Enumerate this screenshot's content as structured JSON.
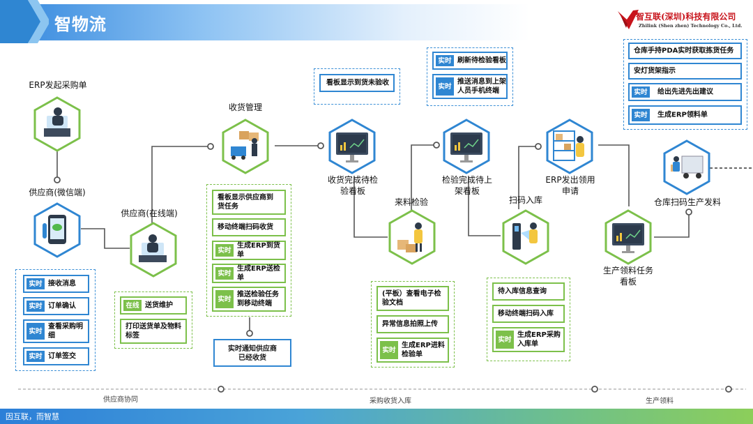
{
  "title": "智物流",
  "logo": {
    "cn": "智互联(深圳)科技有限公司",
    "en": "Zhilink (Shen zhen) Technology Co., Ltd."
  },
  "colors": {
    "blue": "#2f86d2",
    "green": "#7cc04a",
    "header": "#3f8fe0"
  },
  "nodes": {
    "erp_po": "ERP发起采购单",
    "supplier_wechat": "供应商(微信端)",
    "supplier_online": "供应商(在线端)",
    "receiving": "收货管理",
    "receipt_board": [
      "收货完成待检",
      "验看板"
    ],
    "inspection": "来料检验",
    "inspected_board": [
      "检验完成待上",
      "架看板"
    ],
    "scan_in": "扫码入库",
    "erp_requisition": [
      "ERP发出领用",
      "申请"
    ],
    "prod_task_board": [
      "生产领料任务",
      "看板"
    ],
    "warehouse_issue": "仓库扫码生产发料"
  },
  "tags": {
    "realtime": "实时",
    "online": "在线"
  },
  "supplier_wechat_items": [
    {
      "tag": "实时",
      "text": [
        "接收消息"
      ]
    },
    {
      "tag": "实时",
      "text": [
        "订单确认"
      ]
    },
    {
      "tag": "实时",
      "text": [
        "查看采购明",
        "细"
      ]
    },
    {
      "tag": "实时",
      "text": [
        "订单签交"
      ]
    }
  ],
  "supplier_online_items": [
    {
      "tag": "在线",
      "text": [
        "送货维护"
      ]
    },
    {
      "tag": "",
      "text": [
        "打印送货单及物料",
        "标签"
      ]
    }
  ],
  "receiving_items": [
    {
      "tag": "",
      "text": [
        "看板显示供应商到",
        "货任务"
      ]
    },
    {
      "tag": "",
      "text": [
        "移动终端扫码收货"
      ]
    },
    {
      "tag": "实时",
      "text": [
        "生成ERP到货单"
      ]
    },
    {
      "tag": "实时",
      "text": [
        "生成ERP送检单"
      ]
    },
    {
      "tag": "实时",
      "text": [
        "推送检验任务",
        "到移动终端"
      ]
    }
  ],
  "receiving_notify": [
    "实时通知供应商",
    "已经收货"
  ],
  "receipt_board_item": "看板显示到货未验收",
  "inspected_items": [
    {
      "tag": "实时",
      "text": [
        "刷新待检验看板"
      ]
    },
    {
      "tag": "实时",
      "text": [
        "推送消息到上架",
        "人员手机终端"
      ]
    }
  ],
  "inspection_items": [
    {
      "tag": "",
      "text": [
        "(平板）查看电子检",
        "验文档"
      ]
    },
    {
      "tag": "",
      "text": [
        "异常信息拍照上传"
      ]
    },
    {
      "tag": "实时",
      "text": [
        "生成ERP进料",
        "检验单"
      ]
    }
  ],
  "scan_items": [
    {
      "tag": "",
      "text": [
        "待入库信息查询"
      ]
    },
    {
      "tag": "",
      "text": [
        "移动终端扫码入库"
      ]
    },
    {
      "tag": "实时",
      "text": [
        "生成ERP采购",
        "入库单"
      ]
    }
  ],
  "warehouse_items": [
    {
      "tag": "",
      "text": [
        "仓库手持PDA实时获取拣货任务"
      ]
    },
    {
      "tag": "",
      "text": [
        "安灯货架指示"
      ]
    },
    {
      "tag": "实时",
      "text": [
        "给出先进先出建议"
      ]
    },
    {
      "tag": "实时",
      "text": [
        "生成ERP领料单"
      ]
    }
  ],
  "timeline": [
    "供应商协同",
    "采购收货入库",
    "生产领料"
  ],
  "footer": "因互联，而智慧"
}
